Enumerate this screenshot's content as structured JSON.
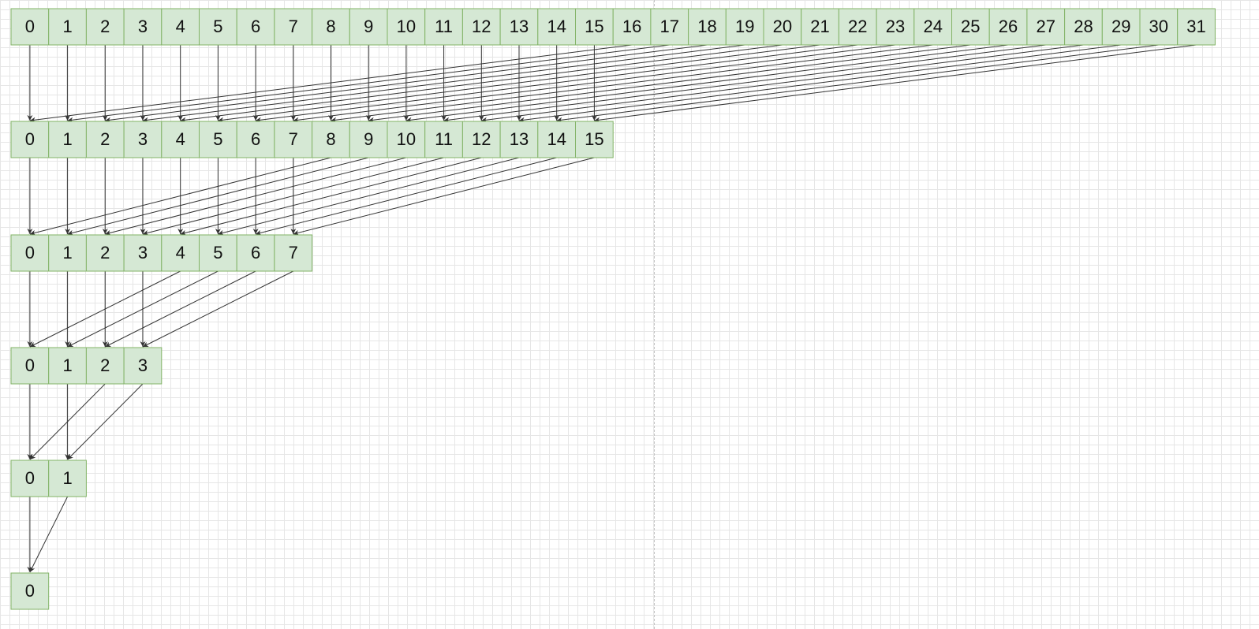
{
  "diagram": {
    "colors": {
      "cell_fill": "#d5e8d4",
      "cell_stroke": "#82b366",
      "text": "#111111",
      "arrow": "#333333",
      "grid": "#e6e6e6"
    },
    "levels": [
      {
        "cells": [
          "0",
          "1",
          "2",
          "3",
          "4",
          "5",
          "6",
          "7",
          "8",
          "9",
          "10",
          "11",
          "12",
          "13",
          "14",
          "15",
          "16",
          "17",
          "18",
          "19",
          "20",
          "21",
          "22",
          "23",
          "24",
          "25",
          "26",
          "27",
          "28",
          "29",
          "30",
          "31"
        ]
      },
      {
        "cells": [
          "0",
          "1",
          "2",
          "3",
          "4",
          "5",
          "6",
          "7",
          "8",
          "9",
          "10",
          "11",
          "12",
          "13",
          "14",
          "15"
        ]
      },
      {
        "cells": [
          "0",
          "1",
          "2",
          "3",
          "4",
          "5",
          "6",
          "7"
        ]
      },
      {
        "cells": [
          "0",
          "1",
          "2",
          "3"
        ]
      },
      {
        "cells": [
          "0",
          "1"
        ]
      },
      {
        "cells": [
          "0"
        ]
      }
    ],
    "watermark": ""
  }
}
